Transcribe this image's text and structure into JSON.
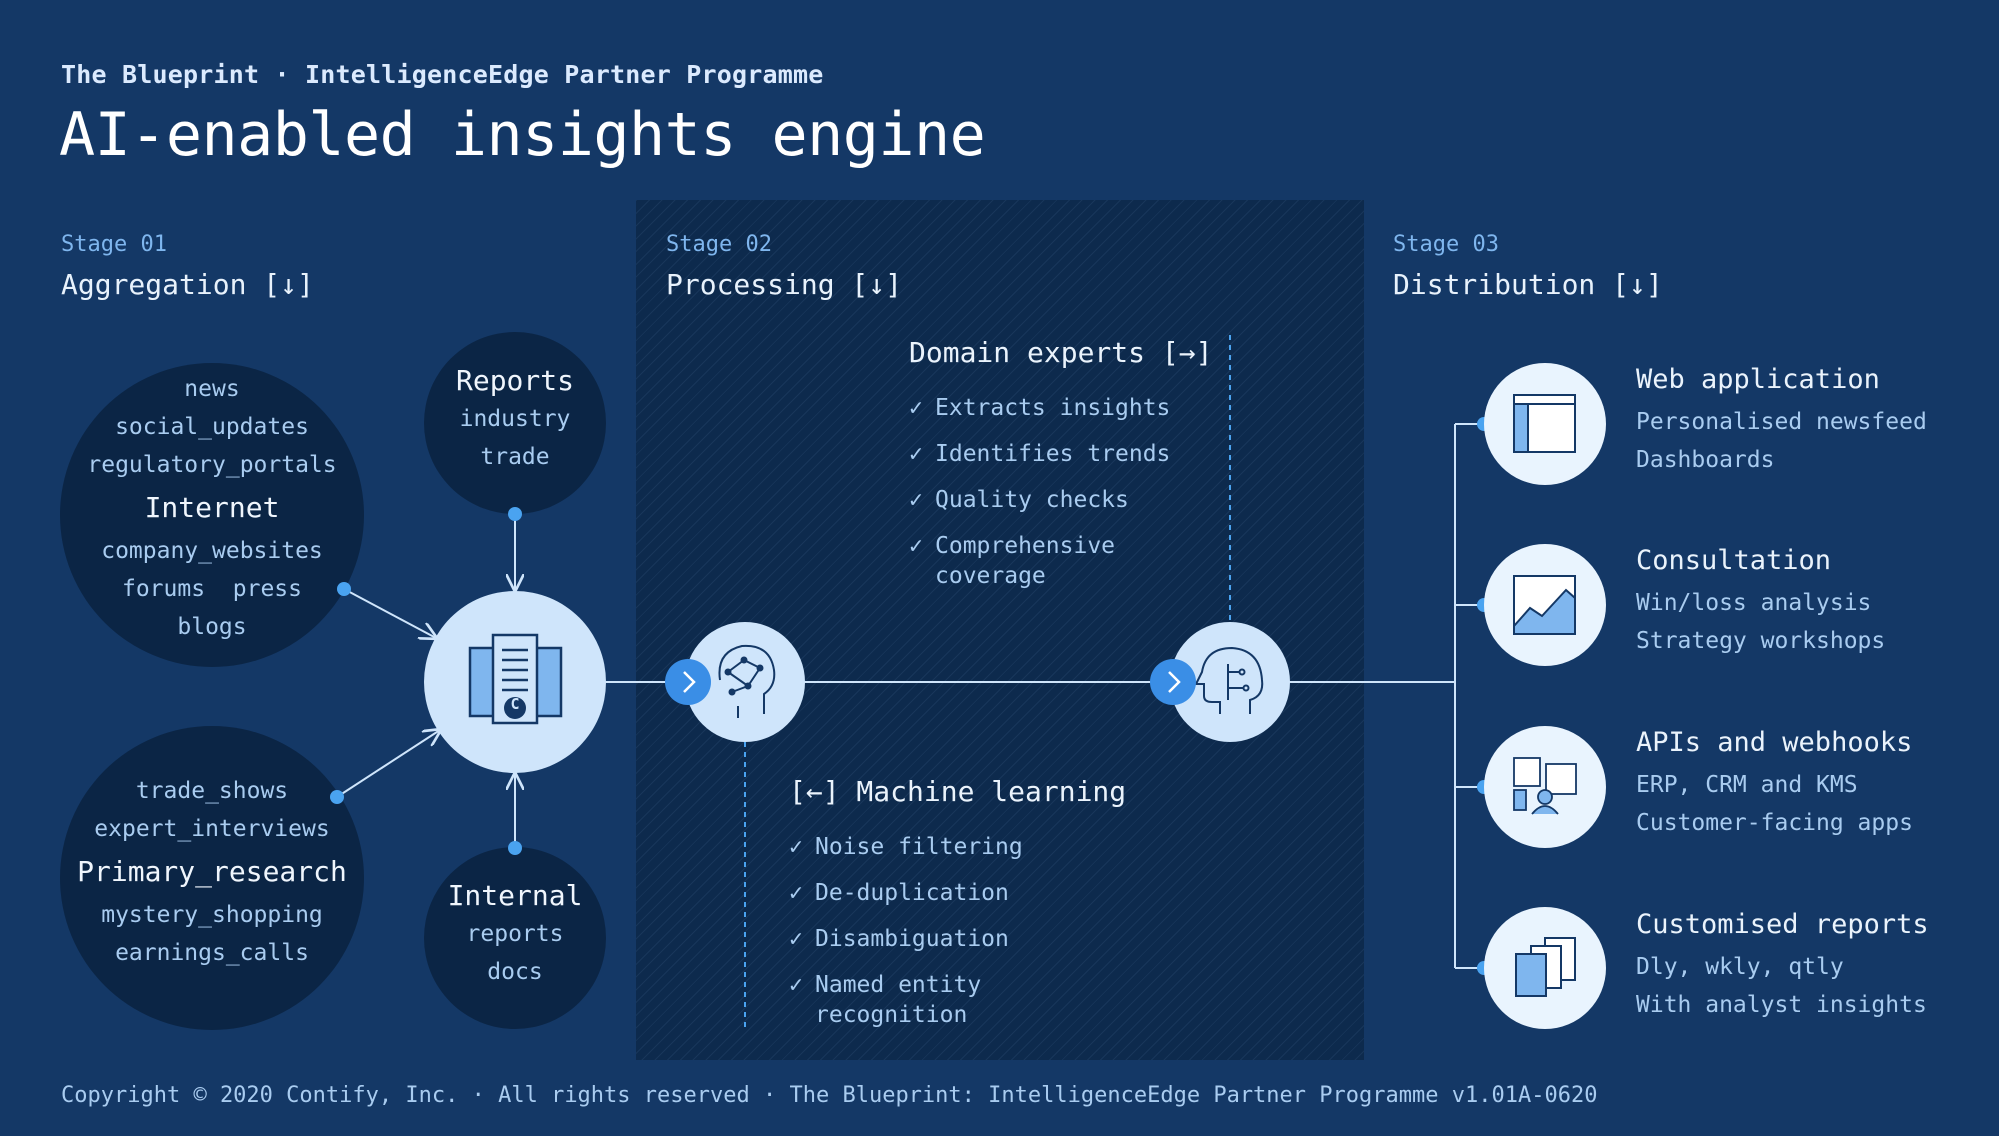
{
  "header": {
    "kicker": "The Blueprint · IntelligenceEdge Partner Programme",
    "title": "AI-enabled insights engine"
  },
  "stages": [
    {
      "num": "Stage 01",
      "name": "Aggregation [↓]"
    },
    {
      "num": "Stage 02",
      "name": "Processing [↓]"
    },
    {
      "num": "Stage 03",
      "name": "Distribution [↓]"
    }
  ],
  "sources": {
    "internet": {
      "top": [
        "news",
        "social_updates",
        "regulatory_portals"
      ],
      "head": "Internet",
      "bottom": [
        "company_websites",
        "forums  press",
        "blogs"
      ]
    },
    "reports": {
      "head": "Reports",
      "lines": [
        "industry",
        "trade"
      ]
    },
    "primary": {
      "top": [
        "trade_shows",
        "expert_interviews"
      ],
      "head": "Primary_research",
      "bottom": [
        "mystery_shopping",
        "earnings_calls"
      ]
    },
    "internal": {
      "head": "Internal",
      "lines": [
        "reports",
        "docs"
      ]
    }
  },
  "domain_experts": {
    "title": "Domain experts [→]",
    "items": [
      "Extracts insights",
      "Identifies trends",
      "Quality checks",
      "Comprehensive\ncoverage"
    ]
  },
  "machine_learning": {
    "title": "[←] Machine learning",
    "items": [
      "Noise filtering",
      "De-duplication",
      "Disambiguation",
      "Named entity\nrecognition"
    ]
  },
  "outputs": [
    {
      "title": "Web application",
      "lines": [
        "Personalised newsfeed",
        "Dashboards"
      ],
      "icon": "browser-window-icon"
    },
    {
      "title": "Consultation",
      "lines": [
        "Win/loss analysis",
        "Strategy workshops"
      ],
      "icon": "area-chart-icon"
    },
    {
      "title": "APIs and webhooks",
      "lines": [
        "ERP, CRM and KMS",
        "Customer-facing apps"
      ],
      "icon": "api-user-icon"
    },
    {
      "title": "Customised reports",
      "lines": [
        "Dly, wkly, qtly",
        "With analyst insights"
      ],
      "icon": "stacked-documents-icon"
    }
  ],
  "hub": {
    "badge": "C",
    "icon": "documents-hub-icon"
  },
  "footer": "Copyright © 2020 Contify, Inc. · All rights reserved · The Blueprint: IntelligenceEdge Partner Programme v1.01A-0620",
  "colors": {
    "background": "#143866",
    "panel": "#0d2a4d",
    "bubble_dark": "#0b2545",
    "bubble_light": "#cfe5fb",
    "accent": "#4aa3f0"
  }
}
